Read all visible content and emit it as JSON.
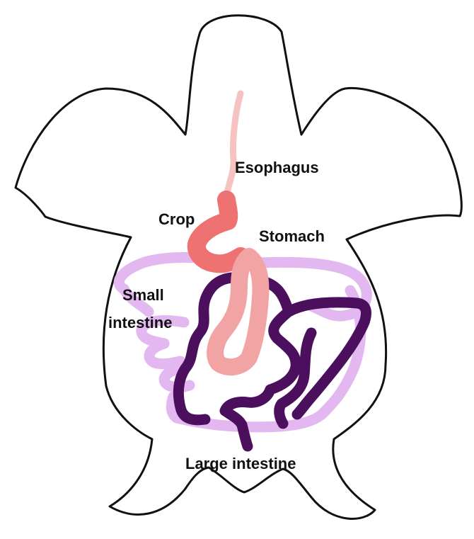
{
  "labels": {
    "esophagus": "Esophagus",
    "crop": "Crop",
    "stomach": "Stomach",
    "small_intestine_line1": "Small",
    "small_intestine_line2": "intestine",
    "large_intestine": "Large intestine"
  },
  "colors": {
    "outline": "#111111",
    "esophagus": "#f6c3c3",
    "crop": "#ee7272",
    "stomach": "#f2a4a4",
    "small_intestine": "#e3b8f0",
    "large_intestine": "#4b0f5e"
  }
}
